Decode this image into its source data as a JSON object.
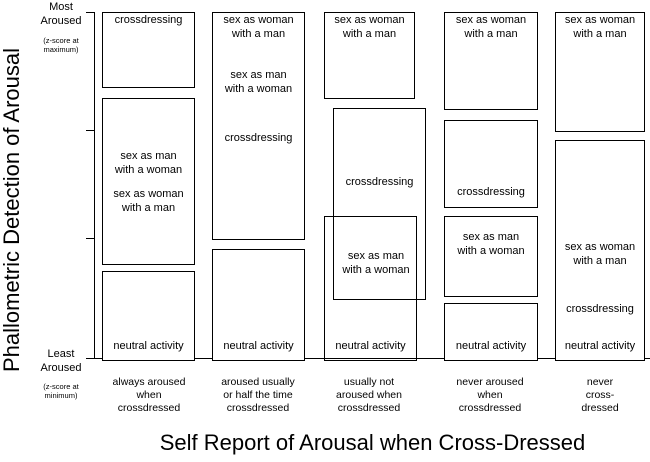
{
  "y_axis": {
    "title": "Phallometric Detection of Arousal",
    "top_label": "Most\nAroused",
    "top_sub": "(z-score at\nmaximum)",
    "bottom_label": "Least\nAroused",
    "bottom_sub": "(z-score at\nminimum)"
  },
  "x_axis": {
    "title": "Self Report of Arousal when Cross-Dressed",
    "categories": [
      "always aroused\nwhen\ncrossdressed",
      "aroused usually\nor half the time\ncrossdressed",
      "usually not\naroused when\ncrossdressed",
      "never aroused\nwhen\ncrossdressed",
      "never\ncross-\ndressed"
    ]
  },
  "columns": [
    {
      "labels": [
        "crossdressing",
        "sex as man\nwith a woman",
        "sex as woman\nwith a man",
        "neutral activity"
      ]
    },
    {
      "labels": [
        "sex as woman\nwith a man",
        "sex as man\nwith a woman",
        "crossdressing",
        "neutral activity"
      ]
    },
    {
      "labels": [
        "sex as woman\nwith a man",
        "crossdressing",
        "sex as man\nwith a woman",
        "neutral activity"
      ]
    },
    {
      "labels": [
        "sex as woman\nwith a man",
        "crossdressing",
        "sex as man\nwith a woman",
        "neutral activity"
      ]
    },
    {
      "labels": [
        "sex as woman\nwith a man",
        "sex as woman\nwith a man",
        "crossdressing",
        "neutral activity"
      ]
    }
  ]
}
